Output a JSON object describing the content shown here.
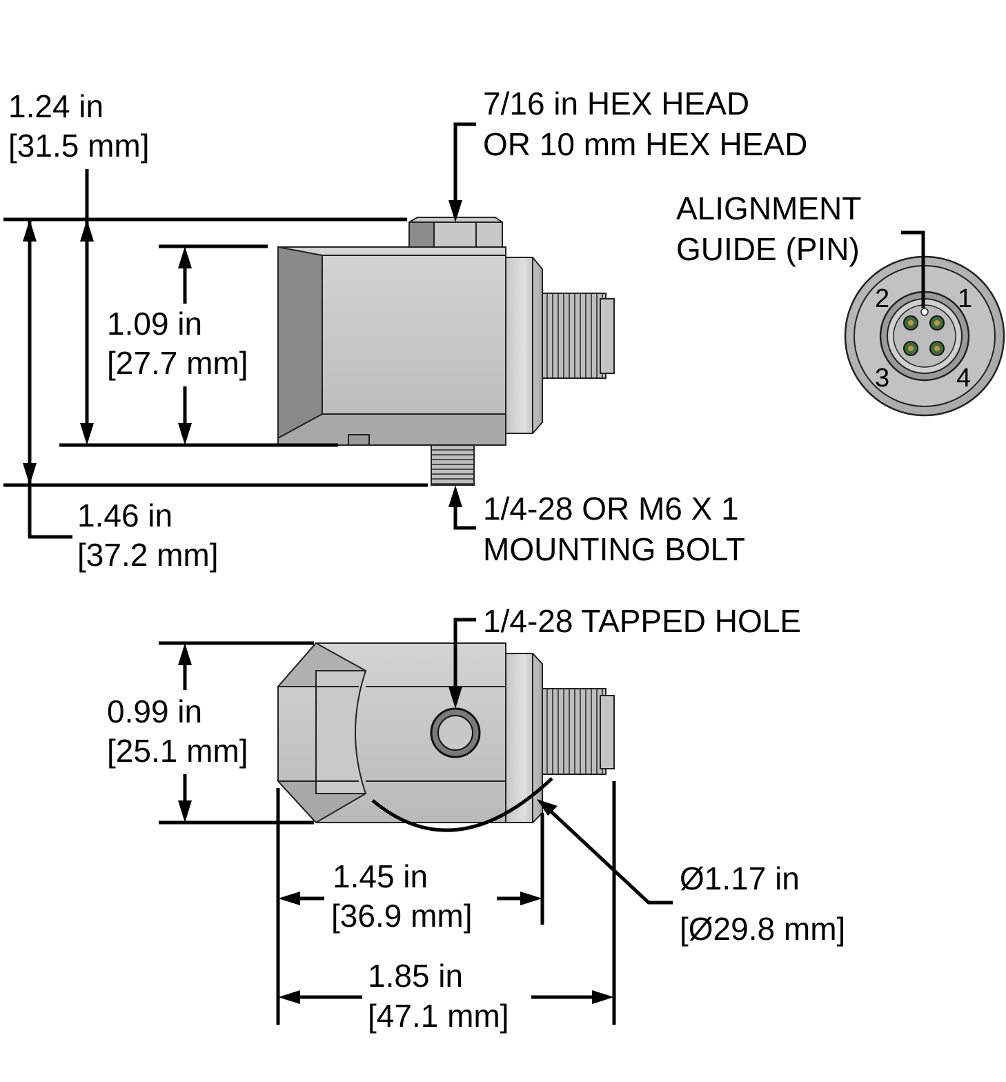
{
  "labels": {
    "width_side_in": "1.24 in",
    "width_side_mm": "[31.5 mm]",
    "hex_head_line1": "7/16 in HEX HEAD",
    "hex_head_line2": "OR 10 mm HEX HEAD",
    "alignment_line1": "ALIGNMENT",
    "alignment_line2": "GUIDE (PIN)",
    "body_height_in": "1.09 in",
    "body_height_mm": "[27.7 mm]",
    "total_height_in": "1.46 in",
    "total_height_mm": "[37.2 mm]",
    "bolt_line1": "1/4-28 OR M6 X 1",
    "bolt_line2": "MOUNTING BOLT",
    "tapped_hole": "1/4-28 TAPPED HOLE",
    "body_width_in": "0.99 in",
    "body_width_mm": "[25.1 mm]",
    "length_body_in": "1.45 in",
    "length_body_mm": "[36.9 mm]",
    "diameter_in": "Ø1.17 in",
    "diameter_mm": "[Ø29.8 mm]",
    "length_total_in": "1.85 in",
    "length_total_mm": "[47.1 mm]"
  },
  "connector_pins": [
    "1",
    "2",
    "3",
    "4"
  ],
  "colors": {
    "metal_light": "#cfcfcf",
    "metal_mid": "#b8b8b8",
    "metal_dark": "#8f8f8f",
    "pin_green": "#3f6b3a"
  }
}
